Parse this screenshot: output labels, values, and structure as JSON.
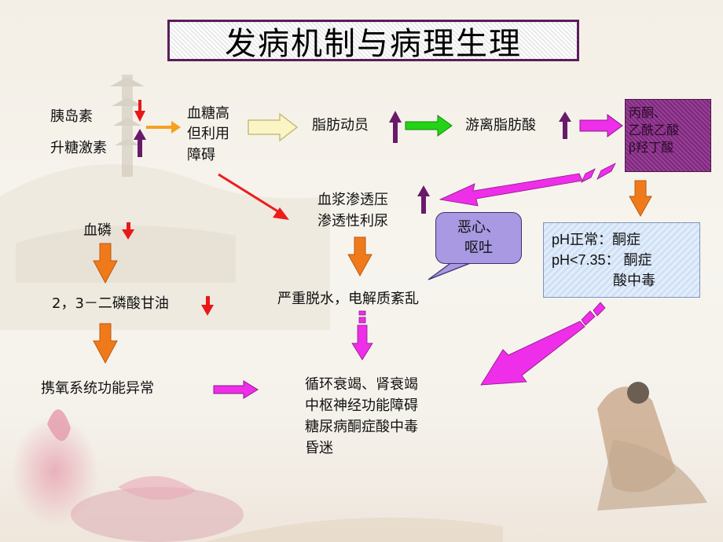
{
  "title": "发病机制与病理生理",
  "nodes": {
    "insulin": "胰岛素",
    "counter_hormone": "升糖激素",
    "glucose": [
      "血糖高",
      "但利用",
      "障碍"
    ],
    "lipolysis": "脂肪动员",
    "ffa": "游离脂肪酸",
    "ketones": [
      "丙酮、",
      "乙酰乙酸",
      "β羟丁酸"
    ],
    "osmotic": [
      "血浆渗透压",
      "渗透性利尿"
    ],
    "nausea": [
      "恶心、",
      "呕吐"
    ],
    "ph": [
      "pH正常：酮症",
      "pH<7.35：  酮症",
      "酸中毒"
    ],
    "phosphate": "血磷",
    "dpg": "2，3－二磷酸甘油",
    "dehydration": "严重脱水，电解质紊乱",
    "oxygen": "携氧系统功能异常",
    "outcome": [
      "循环衰竭、肾衰竭",
      "中枢神经功能障碍",
      "糖尿病酮症酸中毒",
      "昏迷"
    ]
  },
  "colors": {
    "title_border": "#5b1d5a",
    "up_arrow": "#6a1a6a",
    "down_arrow": "#e81818",
    "orange_arrow": "#f07a1a",
    "magenta_arrow": "#ee2ee8",
    "green_arrow": "#22d414",
    "red_line": "#ee1c1c",
    "ketone_box": "#8a3588",
    "ph_box": "#d6e4f8",
    "bubble": "#a899e2"
  }
}
